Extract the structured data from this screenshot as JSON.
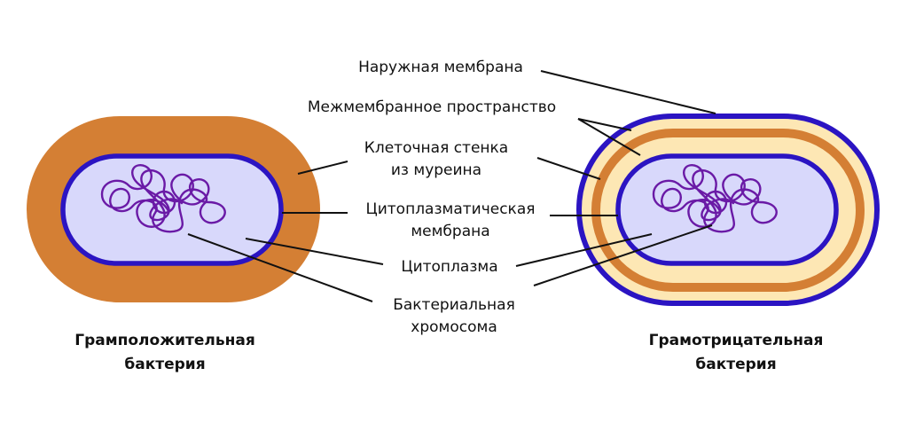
{
  "labels": {
    "outer_membrane": "Наружная мембрана",
    "periplasm": "Межмембранное пространство",
    "cell_wall_1": "Клеточная стенка",
    "cell_wall_2": "из муреина",
    "cyto_membrane_1": "Цитоплазматическая",
    "cyto_membrane_2": "мембрана",
    "cytoplasm": "Цитоплазма",
    "chromosome_1": "Бактериальная",
    "chromosome_2": "хромосома"
  },
  "titles": {
    "gram_positive_1": "Грамположительная",
    "gram_positive_2": "бактерия",
    "gram_negative_1": "Грамотрицательная",
    "gram_negative_2": "бактерия"
  },
  "colors": {
    "wall": "#d47f34",
    "membrane": "#2b14c2",
    "cytoplasm": "#d8d8fb",
    "periplasm": "#fde7b4",
    "chromosome": "#6a1aa6"
  }
}
